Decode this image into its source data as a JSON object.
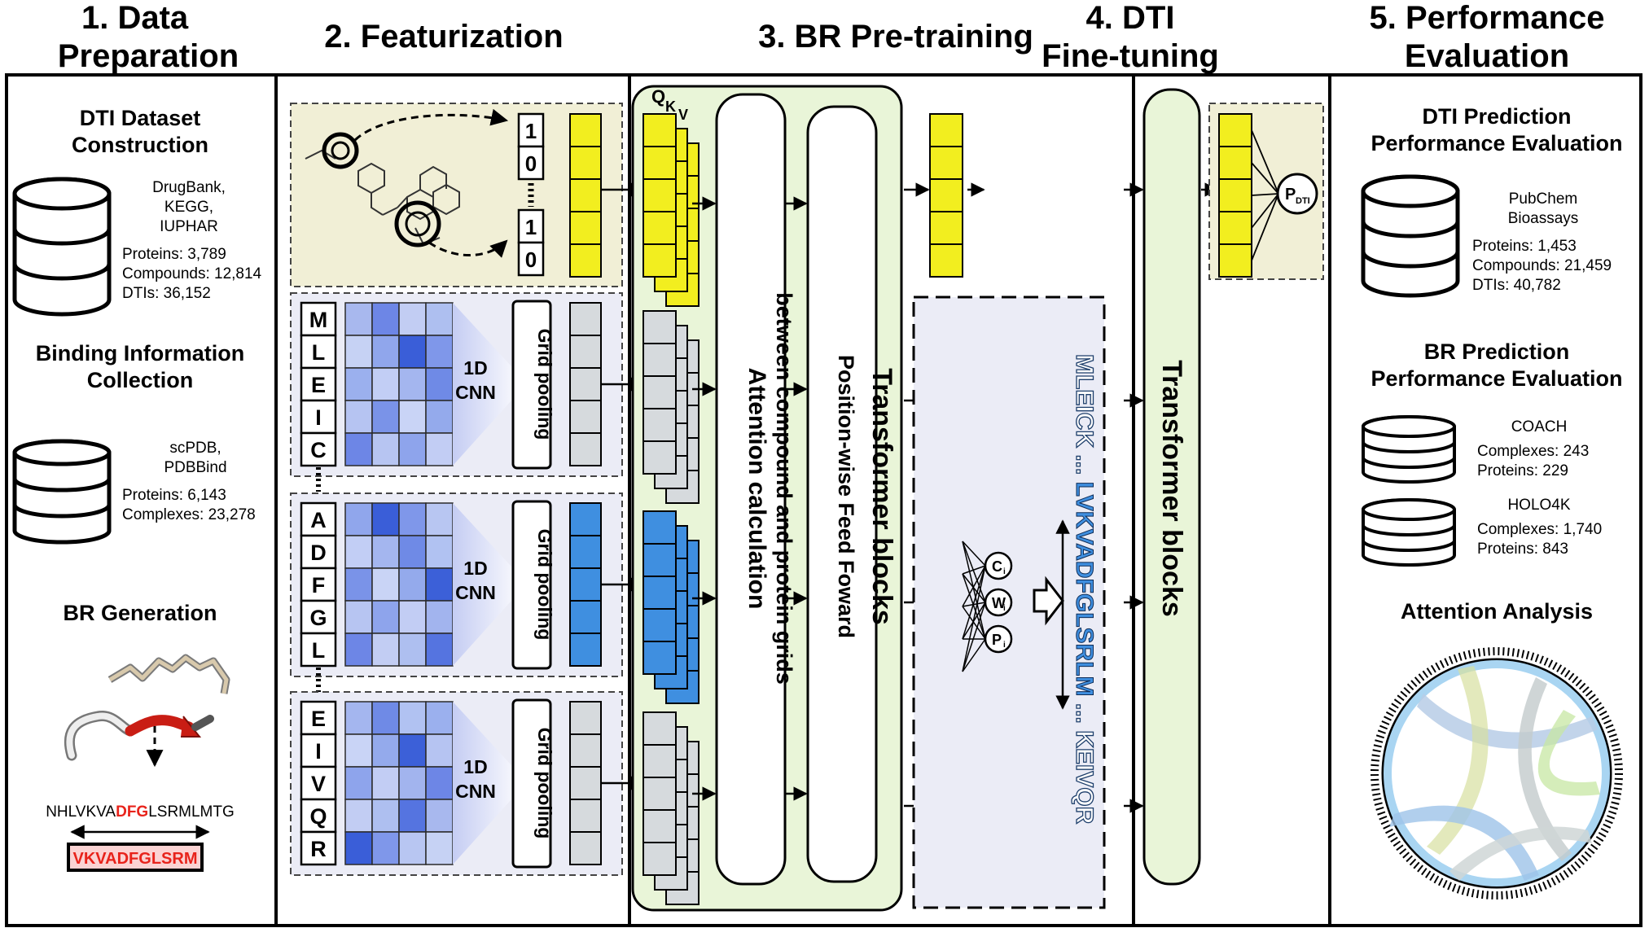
{
  "headers": {
    "data_preparation": [
      "1. Data",
      "Preparation"
    ],
    "featurization": "2. Featurization",
    "br_pretraining": "3. BR Pre-training",
    "dti_finetuning": [
      "4. DTI",
      "Fine-tuning"
    ],
    "performance_evaluation": [
      "5. Performance",
      "Evaluation"
    ]
  },
  "panel1": {
    "dti_dataset_title": [
      "DTI Dataset",
      "Construction"
    ],
    "dti_sources": [
      "DrugBank,",
      "KEGG,",
      "IUPHAR"
    ],
    "dti_stats": [
      "Proteins: 3,789",
      "Compounds: 12,814",
      "DTIs: 36,152"
    ],
    "binding_title": [
      "Binding Information",
      "Collection"
    ],
    "binding_sources": [
      "scPDB,",
      "PDBBind"
    ],
    "binding_stats": [
      "Proteins: 6,143",
      "Complexes: 23,278"
    ],
    "br_generation_title": "BR Generation",
    "sequence_prefix": "NHLVKVA",
    "sequence_highlight": "DFG",
    "sequence_suffix": "LSRMLMTG",
    "br_box": "VKVADFGLSRM"
  },
  "panel2": {
    "bits": [
      "1",
      "0",
      "1",
      "0"
    ],
    "grids": [
      {
        "letters": [
          "M",
          "L",
          "E",
          "I",
          "C"
        ],
        "vector": "gray"
      },
      {
        "letters": [
          "A",
          "D",
          "F",
          "G",
          "L"
        ],
        "vector": "blue"
      },
      {
        "letters": [
          "E",
          "I",
          "V",
          "Q",
          "R"
        ],
        "vector": "gray"
      }
    ],
    "cnn_label": [
      "1D",
      "CNN"
    ],
    "pool_label": "Grid pooling"
  },
  "panel3": {
    "qkv": [
      "Q",
      "K",
      "V"
    ],
    "attention_label": [
      "Attention calculation",
      "between compound and protein grids"
    ],
    "ffn_label": "Position-wise Feed Foward",
    "transformer_label": "Transformer blocks",
    "nodes": [
      {
        "letter": "C",
        "sub": "i"
      },
      {
        "letter": "W",
        "sub": "i"
      },
      {
        "letter": "P",
        "sub": "i"
      }
    ],
    "seq_top": "MLEICK ... ",
    "seq_highlight": "LVKVADFGLSRLM",
    "seq_bottom": " ... KEIVQR"
  },
  "panel4": {
    "transformer_label": "Transformer blocks",
    "output_node": {
      "letter": "P",
      "sub": "DTI"
    }
  },
  "panel5": {
    "dti_eval_title": [
      "DTI Prediction",
      "Performance Evaluation"
    ],
    "dti_source": [
      "PubChem",
      "Bioassays"
    ],
    "dti_stats": [
      "Proteins: 1,453",
      "Compounds: 21,459",
      "DTIs: 40,782"
    ],
    "br_eval_title": [
      "BR Prediction",
      "Performance Evaluation"
    ],
    "coach_name": "COACH",
    "coach_stats": [
      "Complexes: 243",
      "Proteins: 229"
    ],
    "holo_name": "HOLO4K",
    "holo_stats": [
      "Complexes: 1,740",
      "Proteins: 843"
    ],
    "attention_title": "Attention Analysis"
  },
  "colors": {
    "compound_yellow": "#f2ee1f",
    "protein_blue": "#3f8fe0",
    "protein_gray": "#d6dadd",
    "highlight_red": "#e8231b",
    "br_box_fill": "#fbd3d3",
    "panel_green": "#e9f5d8",
    "compound_panel": "#f1efd6",
    "grid_panel": "#ebecf6"
  }
}
